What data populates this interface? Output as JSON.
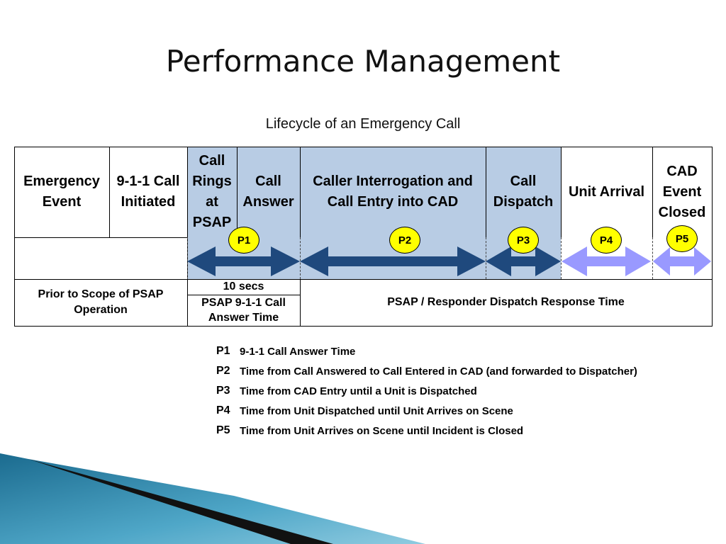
{
  "title": "Performance Management",
  "subtitle": "Lifecycle of an Emergency Call",
  "header_cells": [
    "Emergency Event",
    "9-1-1 Call Initiated",
    "Call Rings at PSAP",
    "Call Answer",
    "Caller Interrogation and Call Entry into CAD",
    "Call Dispatch",
    "Unit Arrival",
    "CAD Event Closed"
  ],
  "phases": [
    "P1",
    "P2",
    "P3",
    "P4",
    "P5"
  ],
  "bottom": {
    "prior_scope": "Prior to Scope of PSAP Operation",
    "ten_secs": "10 secs",
    "answer_time": "PSAP 9-1-1 Call Answer Time",
    "response_time": "PSAP / Responder Dispatch Response Time"
  },
  "legend": [
    {
      "code": "P1",
      "text": "9-1-1 Call Answer Time"
    },
    {
      "code": "P2",
      "text": "Time from Call Answered to Call Entered in CAD (and forwarded to Dispatcher)"
    },
    {
      "code": "P3",
      "text": "Time from CAD Entry until a Unit is Dispatched"
    },
    {
      "code": "P4",
      "text": "Time from Unit Dispatched until Unit Arrives on Scene"
    },
    {
      "code": "P5",
      "text": "Time from Unit Arrives on Scene until Incident is Closed"
    }
  ],
  "colors": {
    "shade": "#b8cce4",
    "arrow_dark": "#1f497d",
    "arrow_light": "#9999ff",
    "badge": "#ffff00"
  }
}
